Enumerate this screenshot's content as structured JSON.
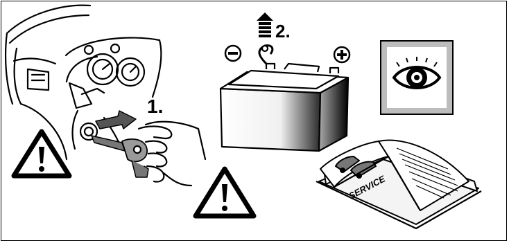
{
  "steps": {
    "step1_label": "1.",
    "step2_label": "2."
  },
  "book": {
    "cover_text": "SERVICE"
  },
  "battery": {
    "negative_symbol": "−",
    "positive_symbol": "+"
  },
  "colors": {
    "line": "#000000",
    "background": "#ffffff",
    "eye_panel": "#bdbdbd"
  },
  "icons": [
    "warning-triangle-icon",
    "eye-icon",
    "arrow-up-icon",
    "key-icon"
  ]
}
